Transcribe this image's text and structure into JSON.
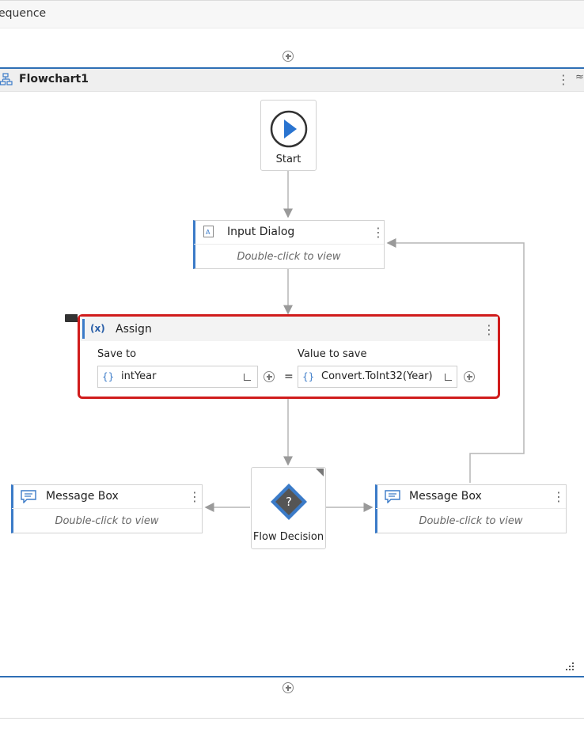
{
  "sequence": {
    "title": "equence"
  },
  "flowchart": {
    "title": "Flowchart1",
    "collapse_glyph": "≈"
  },
  "start": {
    "label": "Start"
  },
  "input_dialog": {
    "title": "Input Dialog",
    "subtitle": "Double-click to view"
  },
  "assign": {
    "title": "Assign",
    "icon_text": "(x)",
    "save_to_label": "Save to",
    "value_label": "Value to save",
    "save_to_value": "intYear",
    "value_to_save": "Convert.ToInt32(Year)",
    "equals": "=",
    "brace_icon": "{}"
  },
  "decision": {
    "label": "Flow Decision",
    "glyph": "?"
  },
  "message_left": {
    "title": "Message Box",
    "subtitle": "Double-click to view"
  },
  "message_right": {
    "title": "Message Box",
    "subtitle": "Double-click to view"
  },
  "kebab": "⋮",
  "colors": {
    "accent": "#3b7bc8",
    "highlight": "#d01c1c",
    "play": "#2a74d0",
    "frame": "#2e6fb5"
  },
  "icons": [
    "flowchart-icon",
    "play-icon",
    "input-dialog-icon",
    "assign-icon",
    "message-box-icon",
    "decision-icon",
    "add-icon",
    "expand-icon",
    "kebab-icon",
    "resize-grip-icon"
  ]
}
